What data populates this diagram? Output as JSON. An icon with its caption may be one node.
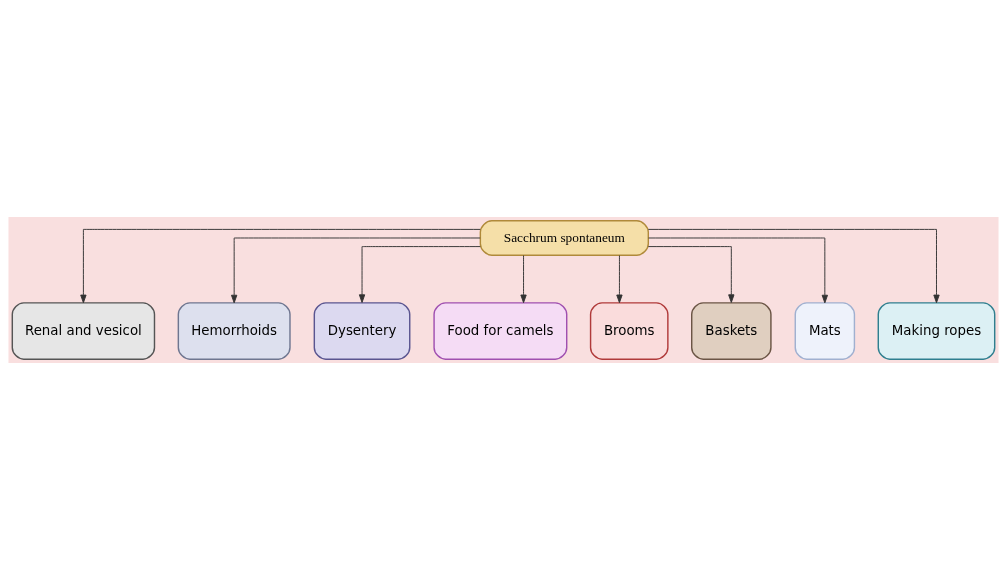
{
  "diagram": {
    "nodes": [
      {
        "text": [
          "Sacchrum spontaneum"
        ]
      },
      {
        "text": [
          "Renal and vesicol"
        ]
      },
      {
        "text": [
          "Hemorrhoids"
        ]
      },
      {
        "text": [
          "Dysentery"
        ]
      },
      {
        "text": [
          "Food for camels"
        ]
      },
      {
        "text": [
          "Brooms"
        ]
      },
      {
        "text": [
          "Baskets"
        ]
      },
      {
        "text": [
          "Mats"
        ]
      },
      {
        "text": [
          "Making ropes"
        ]
      }
    ],
    "edges": [
      {
        "from": 0,
        "to": 1,
        "arrow": "to"
      },
      {
        "from": 0,
        "to": 2,
        "arrow": "to"
      },
      {
        "from": 0,
        "to": 3,
        "arrow": "to"
      },
      {
        "from": 0,
        "to": 4,
        "arrow": "to"
      },
      {
        "from": 0,
        "to": 5,
        "arrow": "to"
      },
      {
        "from": 0,
        "to": 6,
        "arrow": "to"
      },
      {
        "from": 0,
        "to": 7,
        "arrow": "to"
      },
      {
        "from": 0,
        "to": 8,
        "arrow": "to"
      }
    ]
  }
}
